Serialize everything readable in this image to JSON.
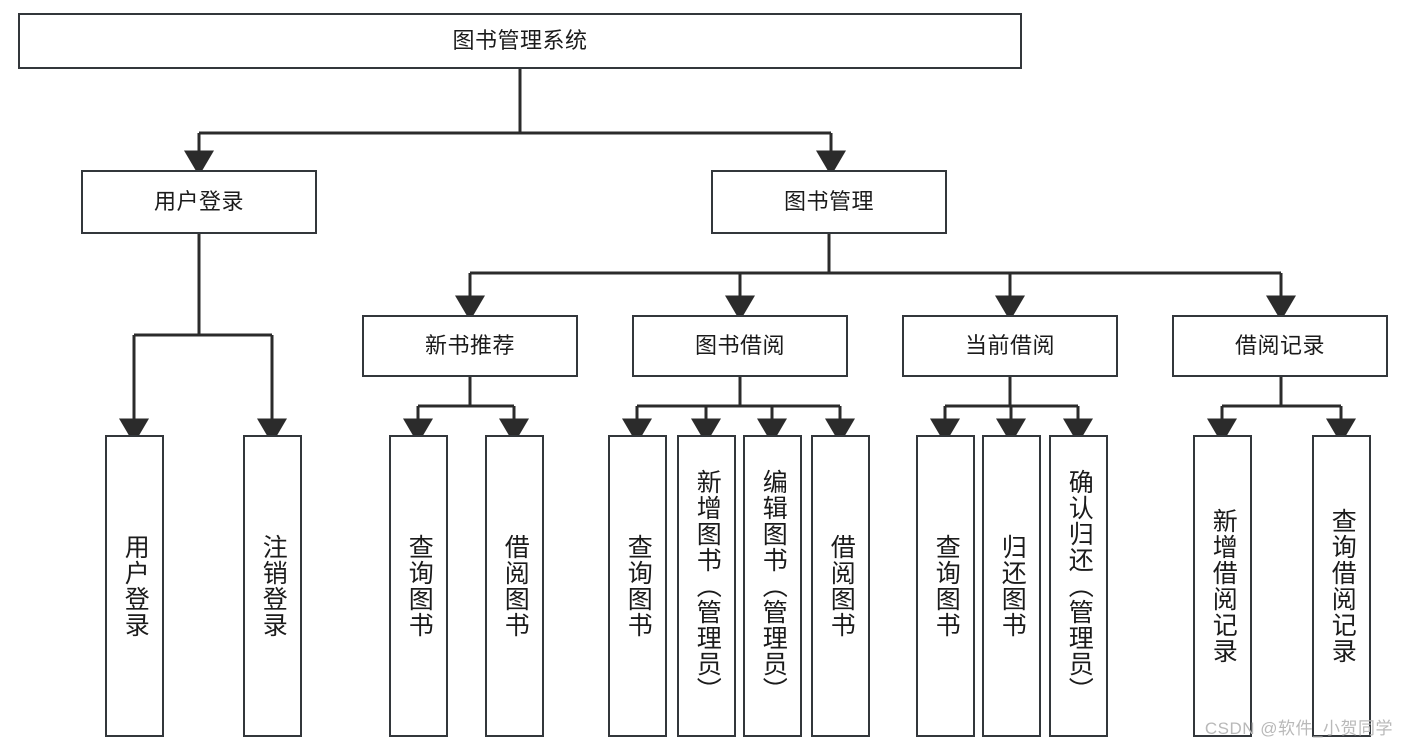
{
  "diagram": {
    "type": "tree-hierarchy",
    "title": "图书管理系统",
    "root": {
      "id": "root",
      "label": "图书管理系统"
    },
    "level2": [
      {
        "id": "user-login",
        "label": "用户登录"
      },
      {
        "id": "book-management",
        "label": "图书管理"
      }
    ],
    "level3": [
      {
        "id": "new-book-recommend",
        "label": "新书推荐",
        "parent": "book-management"
      },
      {
        "id": "book-borrow",
        "label": "图书借阅",
        "parent": "book-management"
      },
      {
        "id": "current-borrow",
        "label": "当前借阅",
        "parent": "book-management"
      },
      {
        "id": "borrow-record",
        "label": "借阅记录",
        "parent": "book-management"
      }
    ],
    "leaves": [
      {
        "id": "leaf-user-login",
        "label": "用户登录",
        "parent": "user-login"
      },
      {
        "id": "leaf-user-logout",
        "label": "注销登录",
        "parent": "user-login"
      },
      {
        "id": "leaf-query-book-1",
        "label": "查询图书",
        "parent": "new-book-recommend"
      },
      {
        "id": "leaf-borrow-book-1",
        "label": "借阅图书",
        "parent": "new-book-recommend"
      },
      {
        "id": "leaf-query-book-2",
        "label": "查询图书",
        "parent": "book-borrow"
      },
      {
        "id": "leaf-add-book",
        "label": "新增图书（管理员）",
        "parent": "book-borrow"
      },
      {
        "id": "leaf-edit-book",
        "label": "编辑图书（管理员）",
        "parent": "book-borrow"
      },
      {
        "id": "leaf-borrow-book-2",
        "label": "借阅图书",
        "parent": "book-borrow"
      },
      {
        "id": "leaf-query-book-3",
        "label": "查询图书",
        "parent": "current-borrow"
      },
      {
        "id": "leaf-return-book",
        "label": "归还图书",
        "parent": "current-borrow"
      },
      {
        "id": "leaf-confirm-return",
        "label": "确认归还（管理员）",
        "parent": "current-borrow"
      },
      {
        "id": "leaf-add-borrow-record",
        "label": "新增借阅记录",
        "parent": "borrow-record"
      },
      {
        "id": "leaf-query-borrow-record",
        "label": "查询借阅记录",
        "parent": "borrow-record"
      }
    ],
    "colors": {
      "box_border": "#33373b",
      "box_fill": "#ffffff",
      "connector": "#2b2b2b",
      "text": "#1b1b1b",
      "watermark": "#b9b9b9",
      "background": "#ffffff"
    }
  },
  "watermark": {
    "text": "CSDN @软件_小贺同学"
  }
}
